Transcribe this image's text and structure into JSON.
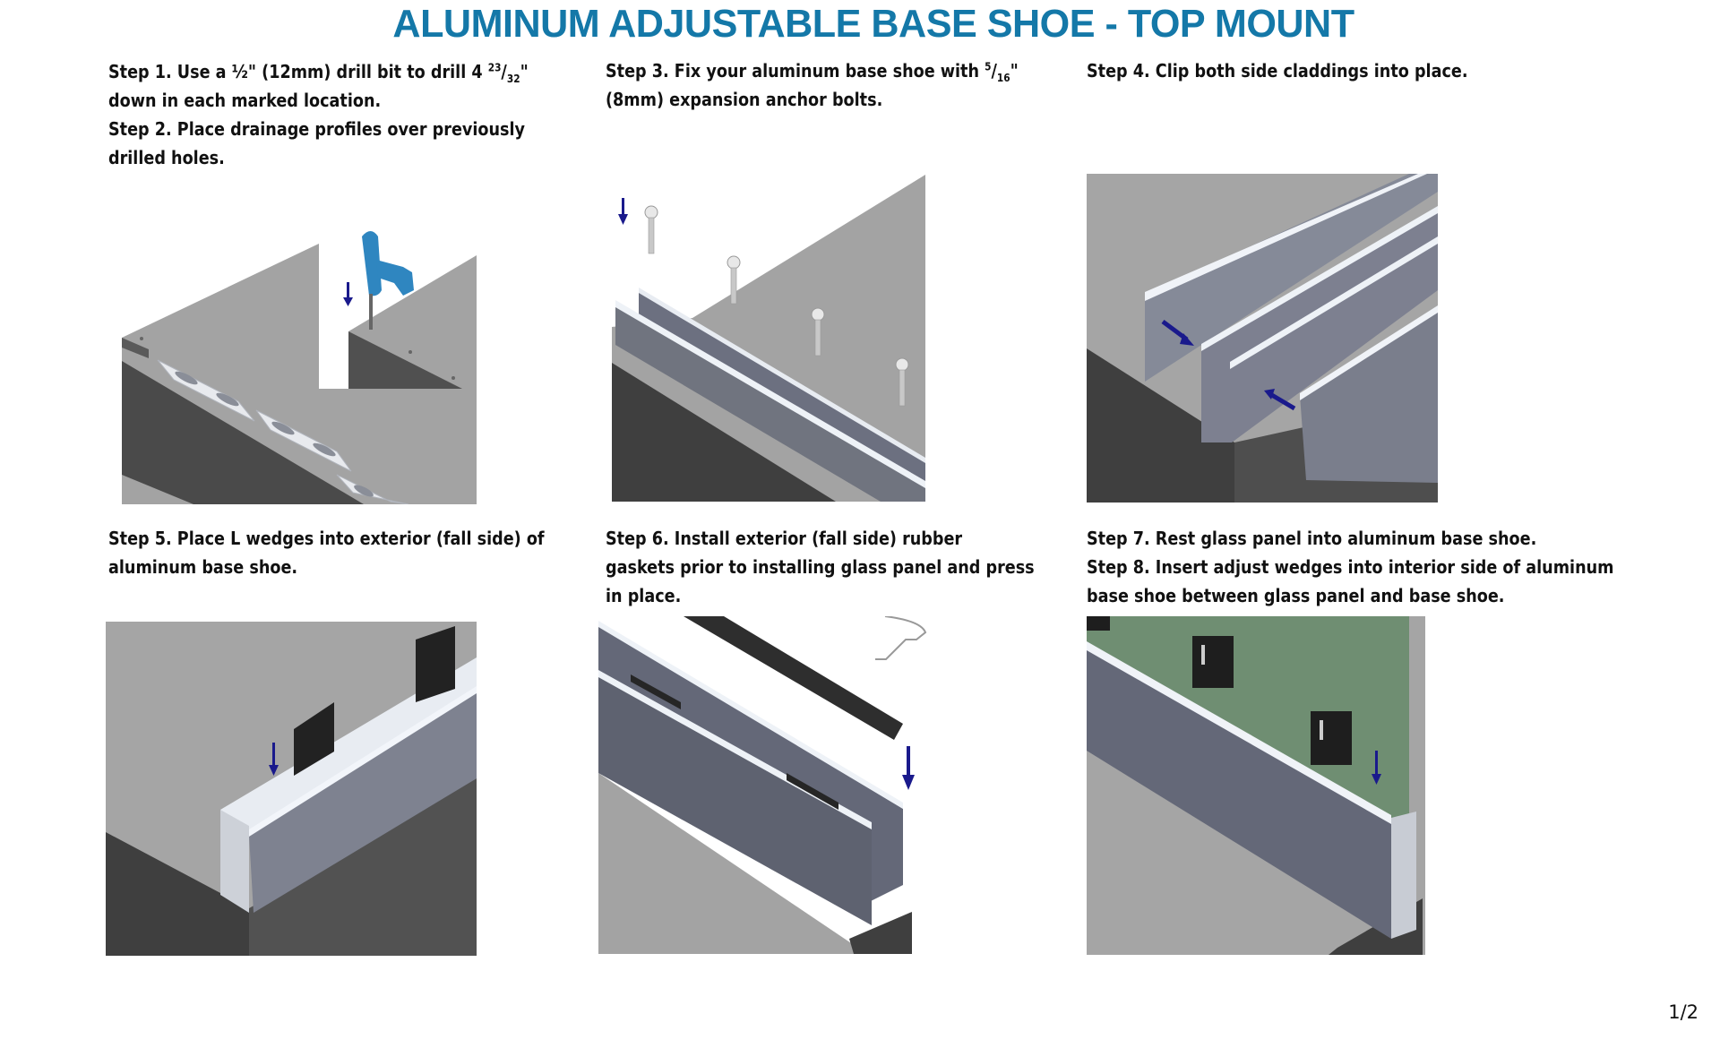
{
  "document": {
    "title": "ALUMINUM ADJUSTABLE BASE SHOE - TOP MOUNT",
    "page_number": "1/2"
  },
  "steps": {
    "s1": {
      "lead": "Step 1. Use a ½\" (12mm) drill bit to drill 4 ",
      "frac_num": "23",
      "frac_sep": "/",
      "frac_den": "32",
      "tail": "\"",
      "line2": "down in each marked location."
    },
    "s2": {
      "line1": "Step 2. Place drainage profiles over previously",
      "line2": "drilled holes."
    },
    "s3": {
      "lead": "Step 3. Fix your aluminum base shoe with ",
      "frac_num": "5",
      "frac_sep": "/",
      "frac_den": "16",
      "tail": "\"",
      "line2": "(8mm) expansion anchor bolts."
    },
    "s4": {
      "line1": "Step 4. Clip both side claddings into place."
    },
    "s5": {
      "line1": "Step 5. Place L wedges into exterior (fall side) of",
      "line2": "aluminum base shoe."
    },
    "s6": {
      "line1": "Step 6. Install exterior (fall side) rubber",
      "line2": "gaskets prior to installing glass panel and press",
      "line3": "in place."
    },
    "s7": {
      "line1": "Step 7. Rest glass panel into aluminum base shoe."
    },
    "s8": {
      "line1": "Step 8. Insert adjust wedges into interior side of aluminum",
      "line2": "base shoe between glass panel and base shoe."
    }
  },
  "figures": [
    {
      "id": "fig-step-1-2",
      "depicts": "drill-and-drainage-profiles"
    },
    {
      "id": "fig-step-3",
      "depicts": "anchor-bolts-base-shoe"
    },
    {
      "id": "fig-step-4",
      "depicts": "side-claddings-clip"
    },
    {
      "id": "fig-step-5",
      "depicts": "l-wedges-insertion"
    },
    {
      "id": "fig-step-6",
      "depicts": "rubber-gasket-install"
    },
    {
      "id": "fig-step-7-8",
      "depicts": "glass-panel-adjust-wedges"
    }
  ],
  "colors": {
    "title": "#1478a8",
    "arrow": "#1a1a8c",
    "drill": "#2f86c0",
    "glass": "#5f8a68",
    "concrete_top": "#a3a3a3",
    "concrete_side": "#4a4a4a",
    "aluminum": "#7d8090"
  }
}
